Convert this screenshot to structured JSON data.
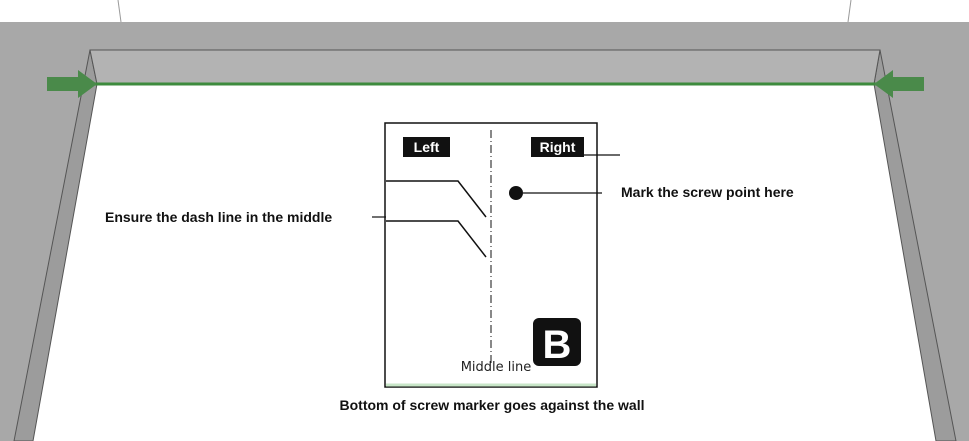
{
  "marker": {
    "left_tag": "Left",
    "right_tag": "Right",
    "middle_line_label": "Middle line",
    "letter": "B"
  },
  "callouts": {
    "dash_line": "Ensure the dash line in the middle",
    "screw_point": "Mark the screw point here",
    "bottom": "Bottom of screw marker goes against the wall"
  },
  "colors": {
    "wall_gray": "#a8a8a8",
    "wall_side": "#9a9a9a",
    "ledge_green": "#3d8b3d",
    "arrow_green": "#4a8a4a",
    "bottom_edge_green": "#c8e6c8"
  },
  "icons": [
    "left-arrow-icon",
    "right-arrow-icon",
    "screw-point-dot-icon"
  ]
}
